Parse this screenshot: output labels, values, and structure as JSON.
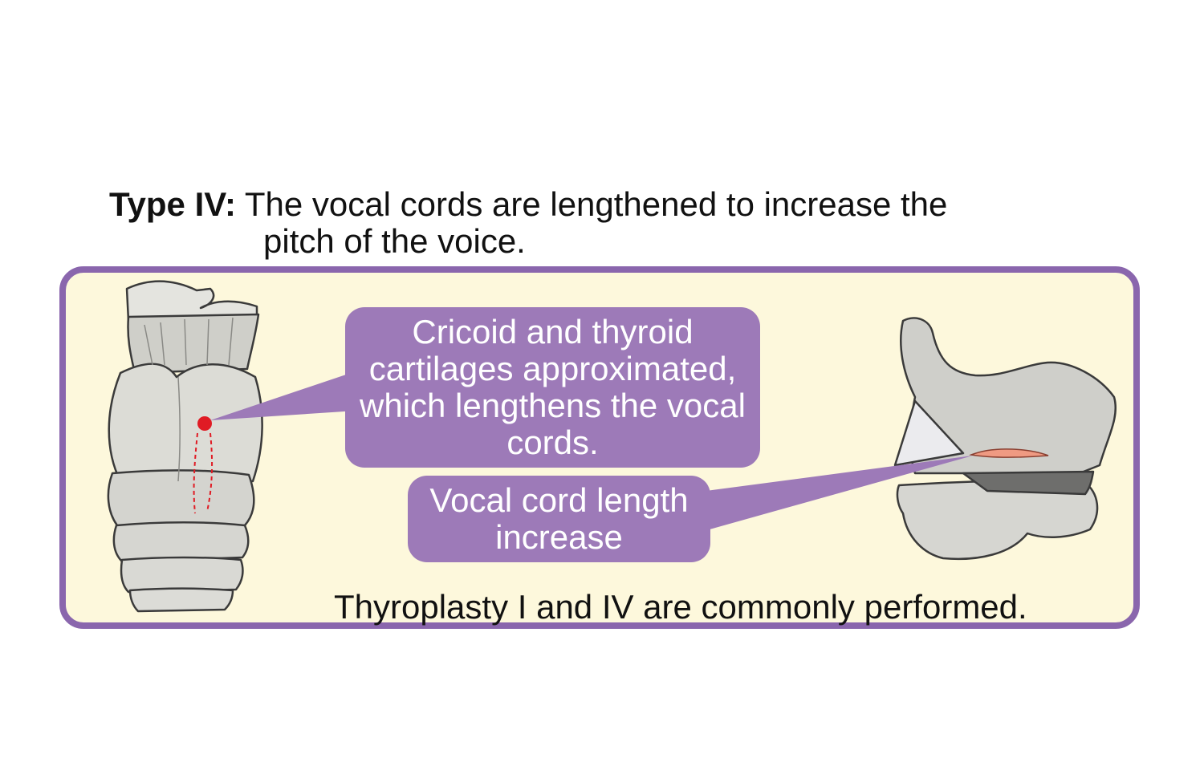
{
  "heading": {
    "label": "Type IV:",
    "line1": "The vocal cords are lengthened to increase the",
    "line2": "pitch of the voice."
  },
  "callouts": {
    "approximation": "Cricoid and thyroid cartilages approximated, which lengthens the vocal cords.",
    "length_increase": "Vocal cord length increase"
  },
  "footnote": "Thyroplasty I and IV are commonly performed.",
  "colors": {
    "panel_border": "#8a66ad",
    "panel_fill": "#fdf8dc",
    "callout_fill": "#9d7ab8",
    "incision_marker": "#e01b24",
    "vocal_cord": "#ef9a82"
  }
}
